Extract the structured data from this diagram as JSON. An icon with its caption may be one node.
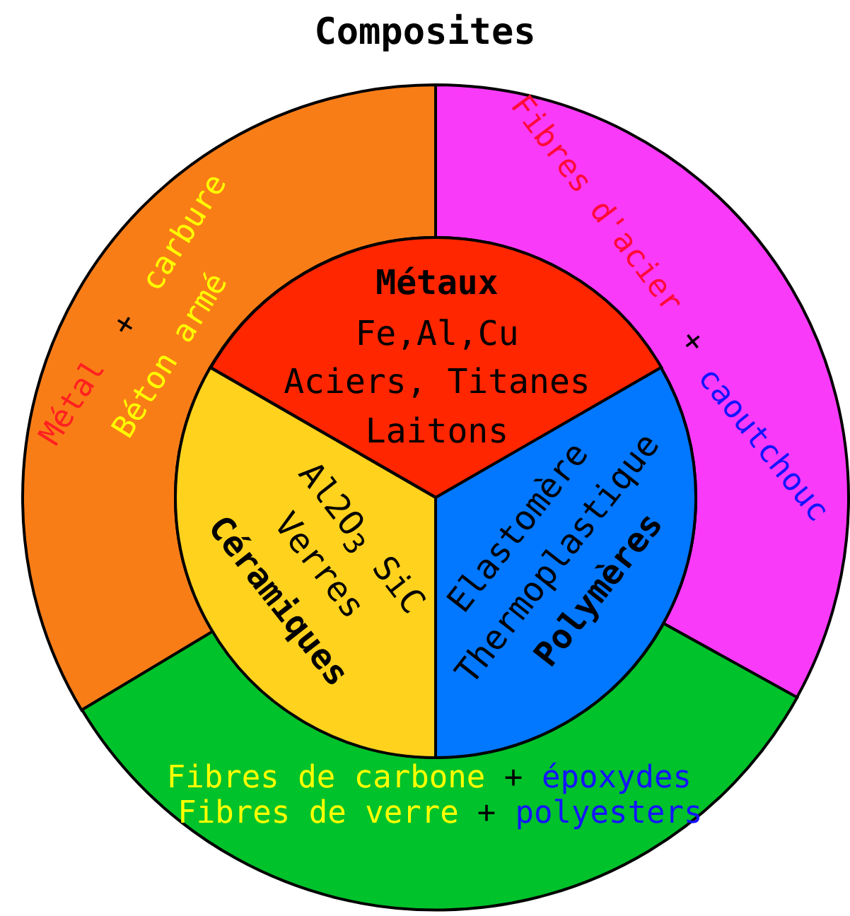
{
  "diagram": {
    "title": "Composites",
    "nodes": [
      {
        "text": [
          "Métal",
          "+",
          "carbure",
          "Béton armé"
        ]
      },
      {
        "text": [
          "Fibres d'acier",
          "+",
          "caoutchouc"
        ]
      },
      {
        "text": [
          "Métaux",
          "Fe,Al,Cu",
          "Aciers, Titanes",
          "Laitons"
        ]
      },
      {
        "text": [
          "Al2O$_{3}$ SiC",
          "Verres",
          "Céramiques"
        ]
      },
      {
        "text": [
          "Elastomère",
          "Thermoplastique",
          "Polymères"
        ]
      },
      {
        "text": [
          "Fibres de carbone",
          "+",
          "époxydes",
          "Fibres de verre",
          "+",
          "polyesters"
        ]
      }
    ]
  }
}
